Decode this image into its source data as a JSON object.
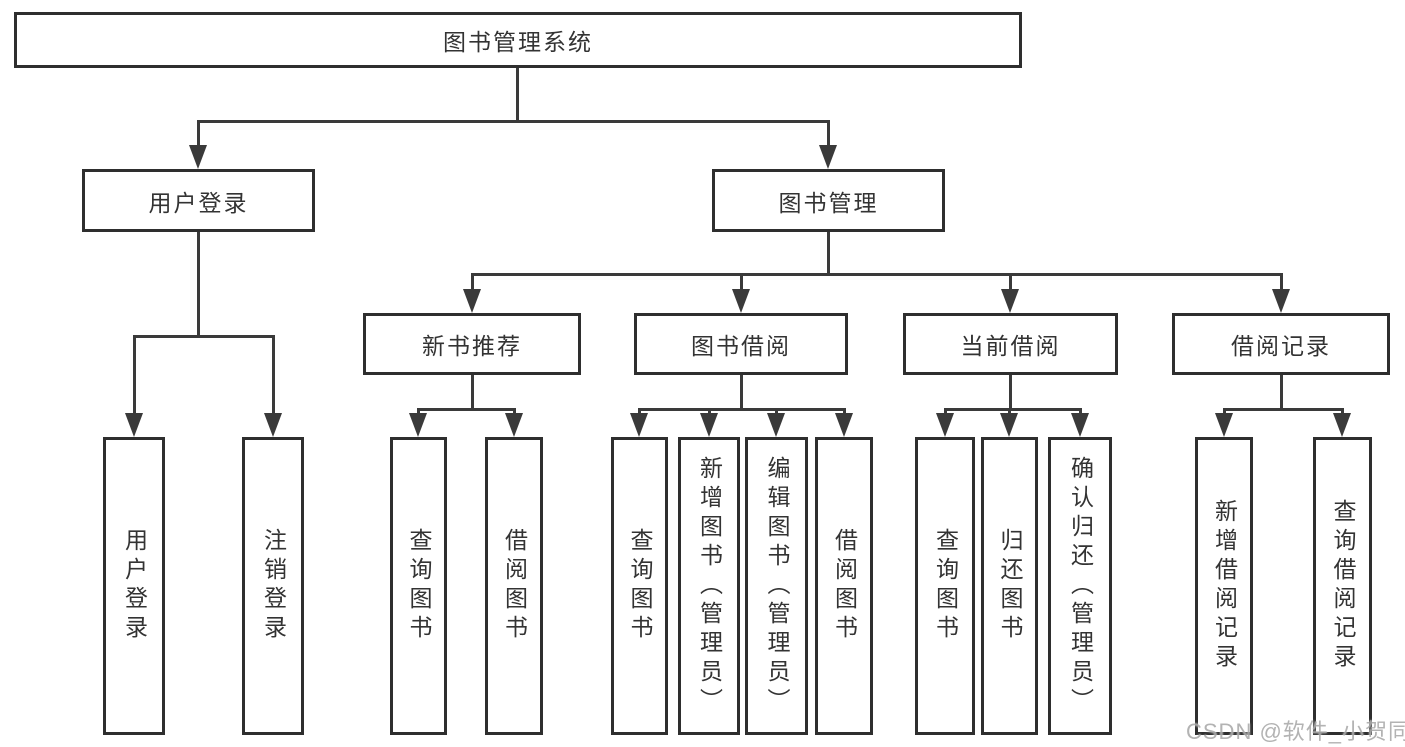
{
  "tree": {
    "label": "图书管理系统",
    "children": [
      {
        "label": "用户登录",
        "children": [
          {
            "label": "用户登录"
          },
          {
            "label": "注销登录"
          }
        ]
      },
      {
        "label": "图书管理",
        "children": [
          {
            "label": "新书推荐",
            "children": [
              {
                "label": "查询图书"
              },
              {
                "label": "借阅图书"
              }
            ]
          },
          {
            "label": "图书借阅",
            "children": [
              {
                "label": "查询图书"
              },
              {
                "label": "新增图书（管理员）"
              },
              {
                "label": "编辑图书（管理员）"
              },
              {
                "label": "借阅图书"
              }
            ]
          },
          {
            "label": "当前借阅",
            "children": [
              {
                "label": "查询图书"
              },
              {
                "label": "归还图书"
              },
              {
                "label": "确认归还（管理员）"
              }
            ]
          },
          {
            "label": "借阅记录",
            "children": [
              {
                "label": "新增借阅记录"
              },
              {
                "label": "查询借阅记录"
              }
            ]
          }
        ]
      }
    ]
  },
  "watermark": "CSDN @软件_小贺同学",
  "colors": {
    "box_border": "#2e2e2e",
    "connector": "#3a3a3a",
    "text": "#333333",
    "background": "#ffffff",
    "watermark": "#ababab"
  }
}
